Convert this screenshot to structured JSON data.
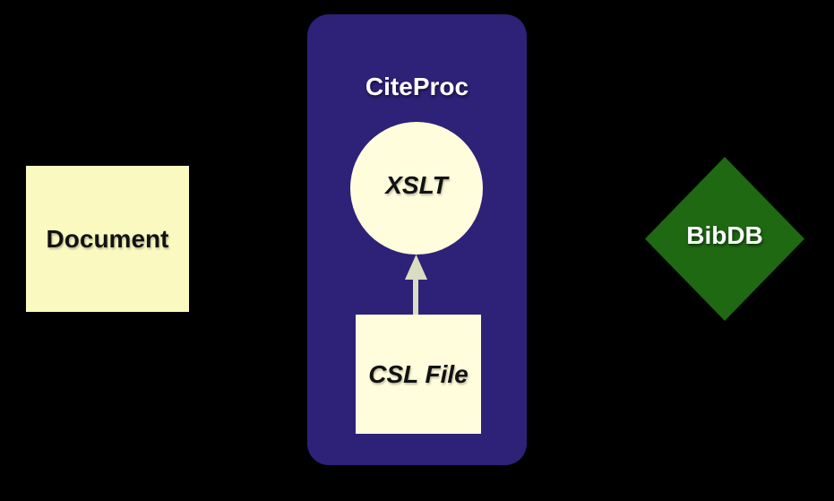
{
  "diagram": {
    "background_color": "#000000",
    "nodes": {
      "document": {
        "label": "Document",
        "shape": "rectangle",
        "fill": "#FAFAC0",
        "text_color": "#121212"
      },
      "citeproc": {
        "label": "CiteProc",
        "shape": "rounded-rectangle",
        "fill": "#2E2178",
        "text_color": "#FFFFFF"
      },
      "xslt": {
        "label": "XSLT",
        "shape": "circle",
        "fill": "#FFFDDC",
        "text_color": "#121212"
      },
      "csl_file": {
        "label": "CSL File",
        "shape": "square",
        "fill": "#FFFDDC",
        "text_color": "#121212"
      },
      "bibdb": {
        "label": "BibDB",
        "shape": "diamond",
        "fill": "#1E6912",
        "text_color": "#FFFFFF"
      }
    },
    "connectors": [
      {
        "from": "csl_file",
        "to": "xslt",
        "direction": "up",
        "style": "solid-arrow",
        "color": "#DBDDC2"
      }
    ]
  }
}
